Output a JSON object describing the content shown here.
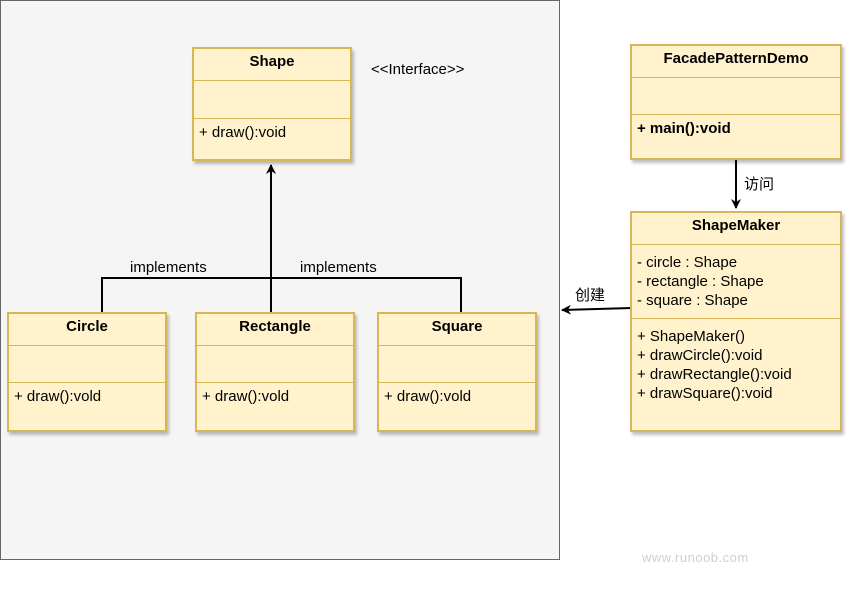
{
  "interface_stereotype": "<<Interface>>",
  "classes": {
    "shape": {
      "name": "Shape",
      "attributes": [],
      "methods": [
        "+ draw():void"
      ]
    },
    "circle": {
      "name": "Circle",
      "attributes": [],
      "methods": [
        "+ draw():vold"
      ]
    },
    "rectangle": {
      "name": "Rectangle",
      "attributes": [],
      "methods": [
        "+ draw():vold"
      ]
    },
    "square": {
      "name": "Square",
      "attributes": [],
      "methods": [
        "+ draw():vold"
      ]
    },
    "facade_demo": {
      "name": "FacadePatternDemo",
      "attributes": [],
      "methods": [
        "+ main():void"
      ]
    },
    "shape_maker": {
      "name": "ShapeMaker",
      "attributes": [
        "- circle : Shape",
        "- rectangle : Shape",
        "- square : Shape"
      ],
      "methods": [
        "+ ShapeMaker()",
        "+ drawCircle():void",
        "+ drawRectangle():void",
        "+ drawSquare():void"
      ]
    }
  },
  "edges": {
    "implements_left": "implements",
    "implements_right": "implements",
    "access": "访问",
    "create": "创建"
  },
  "watermark": "www.runoob.com",
  "colors": {
    "class_fill": "#fff2cc",
    "class_border": "#d6b656",
    "group_fill": "#f5f5f5"
  }
}
